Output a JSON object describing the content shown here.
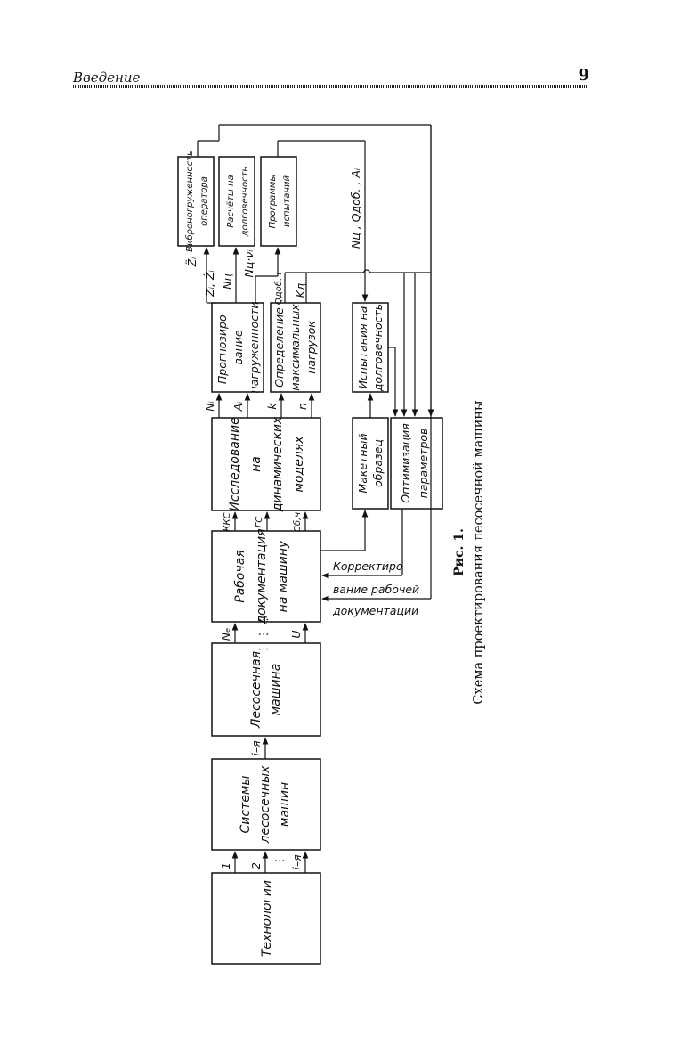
{
  "header": {
    "title": "Введение",
    "page_number": "9"
  },
  "blocks": {
    "technologies": "Технологии",
    "systems": [
      "Системы",
      "лесосечных",
      "машин"
    ],
    "machine": [
      "Лесосечная",
      "машина"
    ],
    "documentation": [
      "Рабочая",
      "документация",
      "на машину"
    ],
    "research": [
      "Исследование",
      "на",
      "динамических",
      "моделях"
    ],
    "forecast": [
      "Прогнозиро-",
      "вание",
      "нагруженности"
    ],
    "max_loads": [
      "Определение",
      "максимальных",
      "нагрузок"
    ],
    "durability_test": [
      "Испытания на",
      "долговечность"
    ],
    "prototype": [
      "Макетный",
      "образец"
    ],
    "optimization": [
      "Оптимизация",
      "параметров"
    ],
    "vibration": [
      "Виброногруженность",
      "оператора"
    ],
    "durability_calc": [
      "Расчёты на",
      "долговечность"
    ],
    "test_programs": [
      "Программы",
      "испытаний"
    ]
  },
  "labels": {
    "in1": "1",
    "in2": "2",
    "in_i": "i–я",
    "machine_in": "i–я",
    "ne": "Nₑ",
    "u": "U",
    "kkc": "ККС",
    "gs": "ГС",
    "sbch": "Сб,ч",
    "ni": "Nᵢ",
    "ai": "Aᵢ",
    "k": "k",
    "n": "n",
    "zi": "Zᵢ, Żᵢ",
    "zdd": "Z̈ᵢ",
    "nc": "Nц",
    "ncv": "Nц·νᵢ",
    "qdob": "Qдоб. i",
    "kd": "Kд",
    "right_top": "Nц , Qдоб. , Aᵢ",
    "correction": [
      "Корректиро-",
      "вание рабочей",
      "документации"
    ]
  },
  "caption": {
    "number": "Рис. 1.",
    "text": "Схема проектирования лесосечной машины"
  }
}
